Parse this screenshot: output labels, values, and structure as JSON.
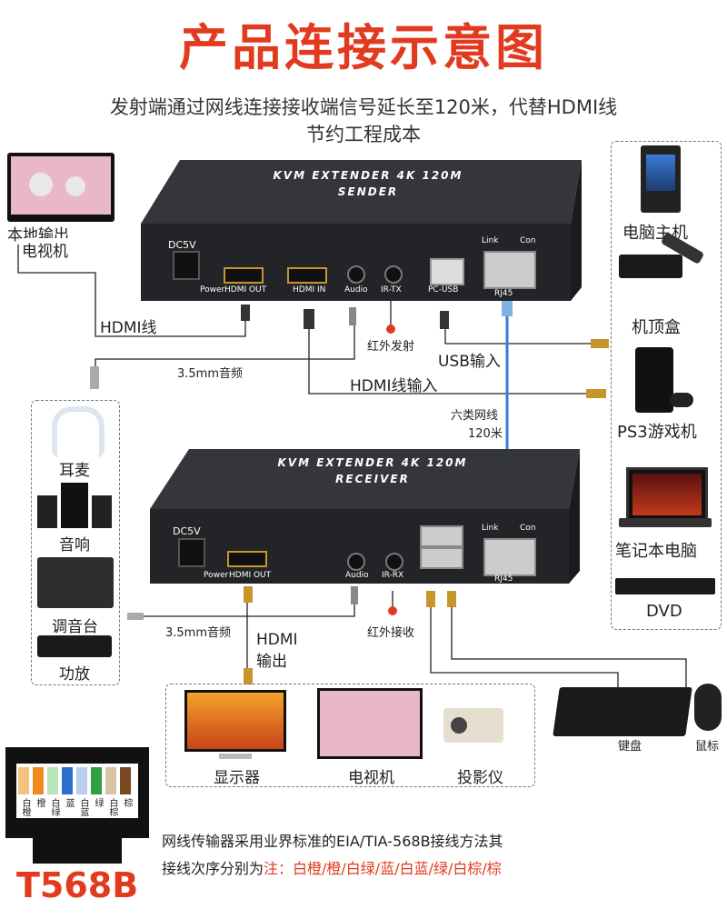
{
  "header": {
    "title": "产品连接示意图",
    "subtitle_line1": "发射端通过网线连接接收端信号延长至120米，代替HDMI线",
    "subtitle_line2": "节约工程成本"
  },
  "sender": {
    "top_line1": "KVM EXTENDER 4K 120M",
    "top_line2": "SENDER",
    "ports": {
      "dc": "DC5V",
      "power": "Power",
      "hdmi_out": "HDMI OUT",
      "hdmi_in": "HDMI IN",
      "audio": "Audio",
      "irtx": "IR-TX",
      "pcusb": "PC-USB",
      "link": "Link",
      "con": "Con",
      "rj45": "RJ45"
    }
  },
  "receiver": {
    "top_line1": "KVM EXTENDER 4K 120M",
    "top_line2": "RECEIVER",
    "ports": {
      "dc": "DC5V",
      "power": "Power",
      "hdmi_out": "HDMI OUT",
      "audio": "Audio",
      "irrx": "IR-RX",
      "link": "Link",
      "con": "Con",
      "rj45": "RJ45"
    }
  },
  "labels": {
    "local_out_1": "本地输出",
    "local_out_2": "电视机",
    "hdmi_line": "HDMI线",
    "audio_35_top": "3.5mm音频",
    "ir_send": "红外发射",
    "usb_in": "USB输入",
    "hdmi_line_in": "HDMI线输入",
    "cat6_1": "六类网线",
    "cat6_2": "120米",
    "audio_35_bottom": "3.5mm音频",
    "hdmi_out_1": "HDMI",
    "hdmi_out_2": "输出",
    "ir_recv": "红外接收"
  },
  "sources": [
    "电脑主机",
    "机顶盒",
    "PS3游戏机",
    "笔记本电脑",
    "DVD"
  ],
  "audio_devices": [
    "耳麦",
    "音响",
    "调音台",
    "功放"
  ],
  "displays": [
    "显示器",
    "电视机",
    "投影仪"
  ],
  "peripherals": [
    "键盘",
    "鼠标"
  ],
  "rj45_wires": [
    "白橙",
    "橙",
    "白绿",
    "蓝",
    "白蓝",
    "绿",
    "白棕",
    "棕"
  ],
  "t568b": "T568B",
  "note": {
    "line1": "网线传输器采用业界标准的EIA/TIA-568B接线方法其",
    "line2_prefix": "接线次序分别为",
    "line2_red": "注：白橙/橙/白绿/蓝/白蓝/绿/白棕/棕"
  },
  "colors": {
    "title": "#e23a1e",
    "device": "#2b2d31",
    "cable_blue": "#3a7bd5"
  }
}
